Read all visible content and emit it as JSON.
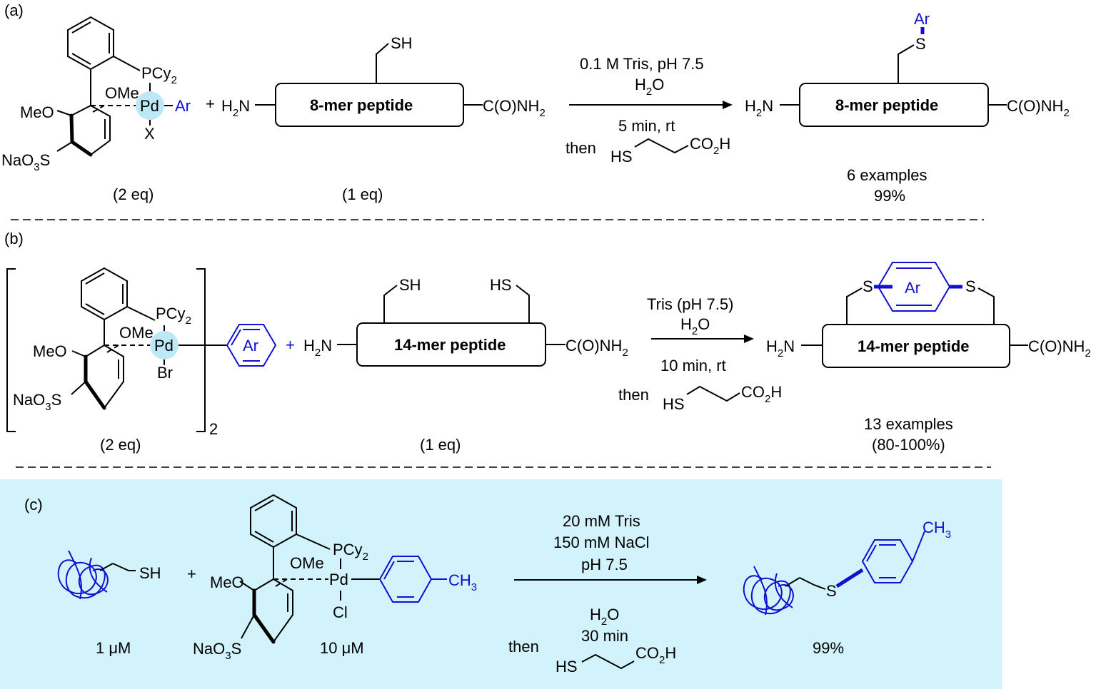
{
  "colors": {
    "panel_c_background": "#d2f3fb",
    "highlight_circle": "#bde8f5",
    "aryl_blue": "#1010d0"
  },
  "panel_a": {
    "label": "(a)",
    "precatalyst": {
      "pcy2": "PCy",
      "pcy2_sub": "2",
      "ome": "OMe",
      "pd": "Pd",
      "ar": "Ar",
      "x": "X",
      "meo": "MeO",
      "so3na_a": "NaO",
      "so3na_sub": "3",
      "so3na_b": "S"
    },
    "plus": "+",
    "amine_h": "H",
    "amine_sub": "2",
    "amine_n": "N",
    "sh": "SH",
    "peptide": "8-mer peptide",
    "amide_a": "C(O)NH",
    "amide_sub": "2",
    "eq_catalyst": "(2 eq)",
    "eq_peptide": "(1 eq)",
    "conditions_1": "0.1 M Tris, pH 7.5",
    "water_a": "H",
    "water_sub": "2",
    "water_b": "O",
    "conditions_3": "5 min, rt",
    "then": "then",
    "mpa_hs": "HS",
    "mpa_co2h_a": "CO",
    "mpa_co2h_sub": "2",
    "mpa_co2h_b": "H",
    "product": {
      "ar": "Ar",
      "s": "S",
      "amine_h": "H",
      "amine_sub": "2",
      "amine_n": "N",
      "peptide": "8-mer peptide",
      "amide_a": "C(O)NH",
      "amide_sub": "2"
    },
    "examples": "6 examples",
    "yield": "99%"
  },
  "panel_b": {
    "label": "(b)",
    "precatalyst": {
      "pcy2": "PCy",
      "pcy2_sub": "2",
      "ome": "OMe",
      "pd": "Pd",
      "br": "Br",
      "meo": "MeO",
      "so3na_a": "NaO",
      "so3na_sub": "3",
      "so3na_b": "S",
      "ar": "Ar",
      "dimer_sub": "2"
    },
    "plus": "+",
    "amine_h": "H",
    "amine_sub": "2",
    "amine_n": "N",
    "sh_left": "SH",
    "hs_right": "HS",
    "peptide": "14-mer peptide",
    "amide_a": "C(O)NH",
    "amide_sub": "2",
    "eq_catalyst": "(2 eq)",
    "eq_peptide": "(1 eq)",
    "conditions_1": "Tris (pH 7.5)",
    "water_a": "H",
    "water_sub": "2",
    "water_b": "O",
    "conditions_3": "10 min, rt",
    "then": "then",
    "mpa_hs": "HS",
    "mpa_co2h_a": "CO",
    "mpa_co2h_sub": "2",
    "mpa_co2h_b": "H",
    "product": {
      "s_left": "S",
      "ar": "Ar",
      "s_right": "S",
      "amine_h": "H",
      "amine_sub": "2",
      "amine_n": "N",
      "peptide": "14-mer peptide",
      "amide_a": "C(O)NH",
      "amide_sub": "2"
    },
    "examples": "13 examples",
    "yield": "(80-100%)"
  },
  "panel_c": {
    "label": "(c)",
    "protein_sh": "SH",
    "conc_protein": "1 μM",
    "plus": "+",
    "precatalyst": {
      "pcy2": "PCy",
      "pcy2_sub": "2",
      "ome": "OMe",
      "pd": "Pd",
      "cl": "Cl",
      "meo": "MeO",
      "so3na_a": "NaO",
      "so3na_sub": "3",
      "so3na_b": "S",
      "ch3": "CH",
      "ch3_sub": "3"
    },
    "conc_catalyst": "10 μM",
    "conditions_1": "20 mM Tris",
    "conditions_2": "150 mM NaCl",
    "conditions_3": "pH 7.5",
    "water_a": "H",
    "water_sub": "2",
    "water_b": "O",
    "conditions_5": "30 min",
    "then": "then",
    "mpa_hs": "HS",
    "mpa_co2h_a": "CO",
    "mpa_co2h_sub": "2",
    "mpa_co2h_b": "H",
    "product": {
      "s": "S",
      "ch3": "CH",
      "ch3_sub": "3"
    },
    "yield": "99%"
  }
}
